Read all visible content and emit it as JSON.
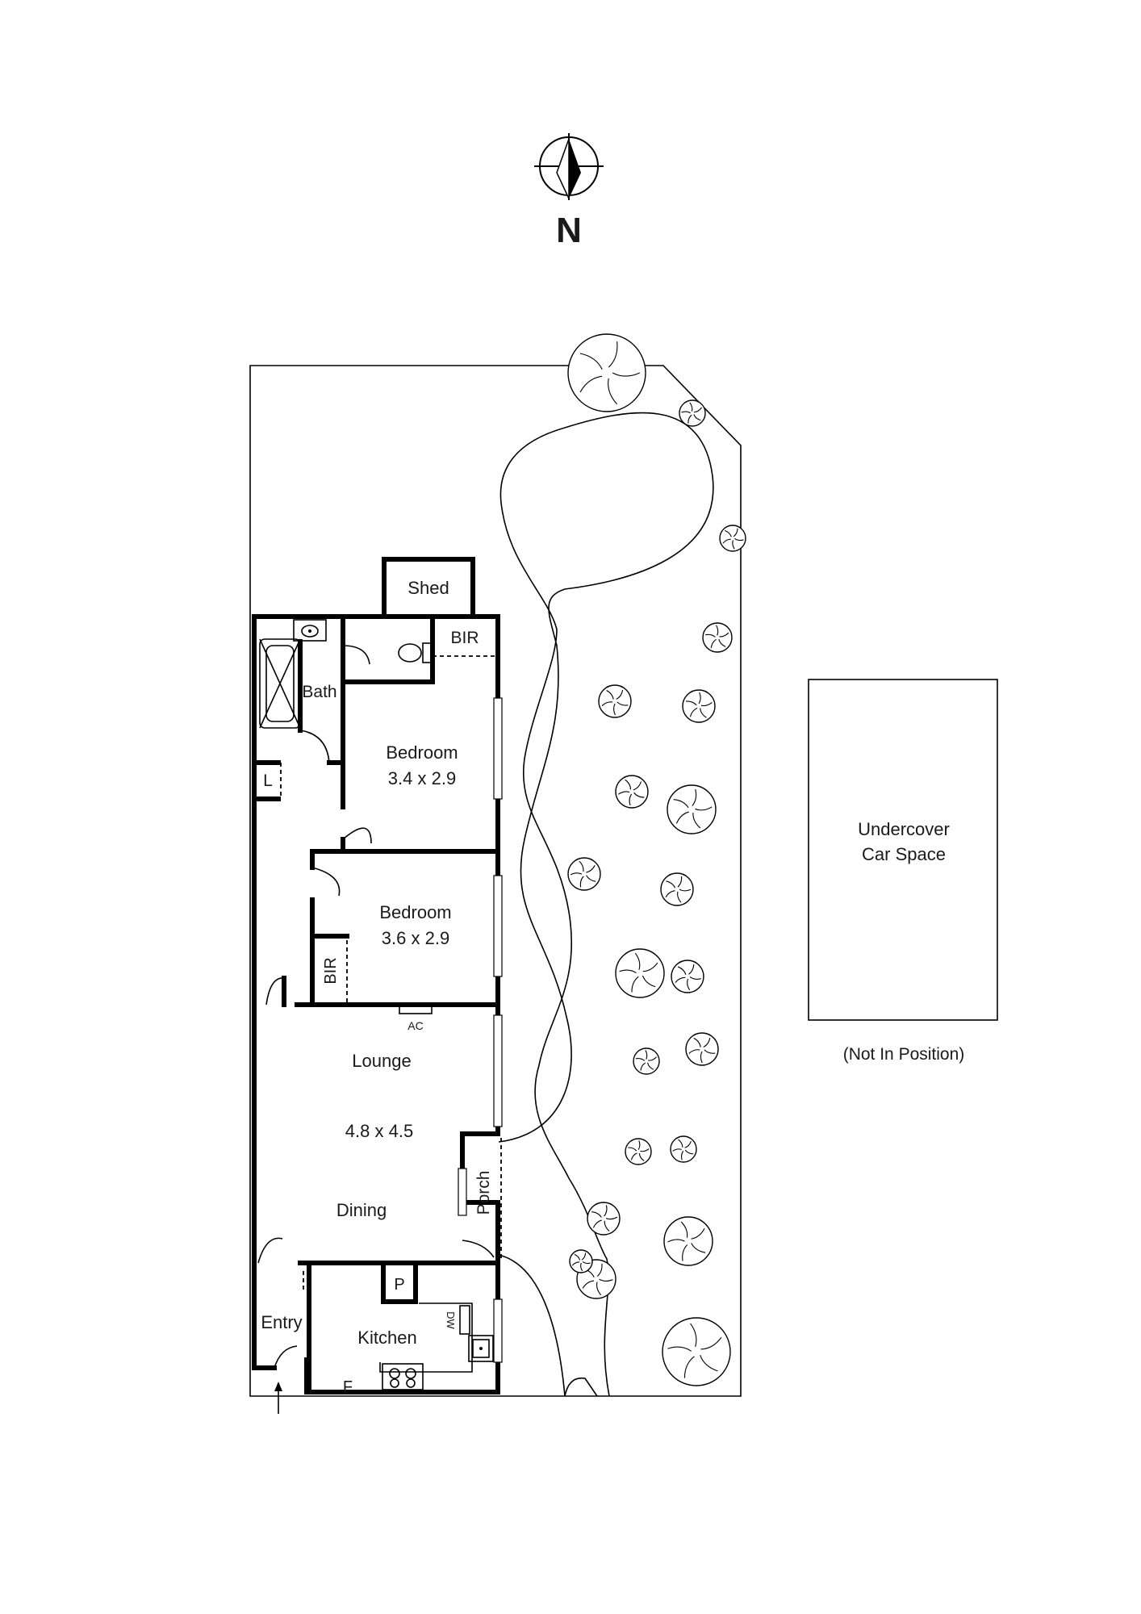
{
  "compass": {
    "label": "N"
  },
  "rooms": {
    "shed": {
      "label": "Shed"
    },
    "bir_top": {
      "label": "BIR"
    },
    "bath": {
      "label": "Bath"
    },
    "laundry": {
      "label": "L"
    },
    "bedroom1": {
      "label": "Bedroom",
      "dims": "3.4 x 2.9"
    },
    "bedroom2": {
      "label": "Bedroom",
      "dims": "3.6 x 2.9"
    },
    "bir_side": {
      "label": "BIR"
    },
    "ac": {
      "label": "AC"
    },
    "lounge": {
      "label": "Lounge",
      "dims": "4.8 x 4.5"
    },
    "dining": {
      "label": "Dining"
    },
    "porch": {
      "label": "Porch"
    },
    "pantry": {
      "label": "P"
    },
    "dishwasher": {
      "label": "DW"
    },
    "entry": {
      "label": "Entry"
    },
    "kitchen": {
      "label": "Kitchen"
    },
    "fridge": {
      "label": "F"
    }
  },
  "carspace": {
    "line1": "Undercover",
    "line2": "Car Space",
    "note": "(Not In Position)"
  },
  "trees": {
    "count": 21,
    "icon": "tree-icon"
  }
}
